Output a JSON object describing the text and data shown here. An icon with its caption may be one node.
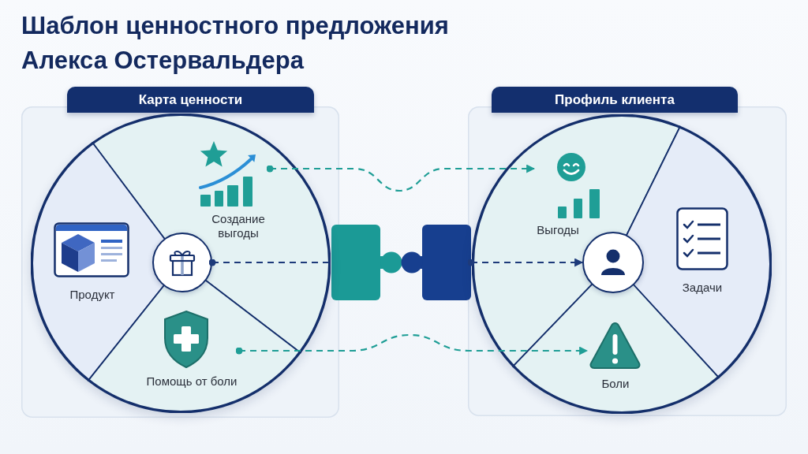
{
  "diagram": {
    "title": "Шаблон ценностного предложения Алекса Остервальдера",
    "nodes": [
      {
        "text": [
          "Карта ценности"
        ]
      },
      {
        "text": [],
        "shape": "circle",
        "in": 0
      },
      {
        "text": [
          "Создание выгоды"
        ],
        "in": 1
      },
      {
        "text": [
          "Продукт"
        ],
        "in": 1
      },
      {
        "text": [],
        "shape": "circle",
        "in": 1
      },
      {
        "text": [
          "Помощь от боли"
        ],
        "in": 1
      },
      {
        "text": [],
        "shape": "puzzle"
      },
      {
        "text": [],
        "shape": "puzzle"
      },
      {
        "text": [
          "Профиль клиента"
        ]
      },
      {
        "text": [],
        "shape": "circle",
        "in": 8
      },
      {
        "text": [
          "Выгоды"
        ],
        "in": 9
      },
      {
        "text": [
          "Задачи"
        ],
        "in": 9
      },
      {
        "text": [],
        "shape": "circle",
        "in": 9
      },
      {
        "text": [
          "Боли"
        ],
        "in": 9
      }
    ],
    "edges": [
      {
        "from": 2,
        "to": 10,
        "arrow": "to",
        "style": "dashed"
      },
      {
        "from": 4,
        "to": 6,
        "arrow": "other",
        "style": "dashed",
        "color": "#1d3a7a"
      },
      {
        "from": 7,
        "to": 12,
        "arrow": "to",
        "style": "dashed",
        "color": "#1d3a7a"
      },
      {
        "from": 5,
        "to": 13,
        "arrow": "to",
        "style": "dashed"
      }
    ]
  }
}
